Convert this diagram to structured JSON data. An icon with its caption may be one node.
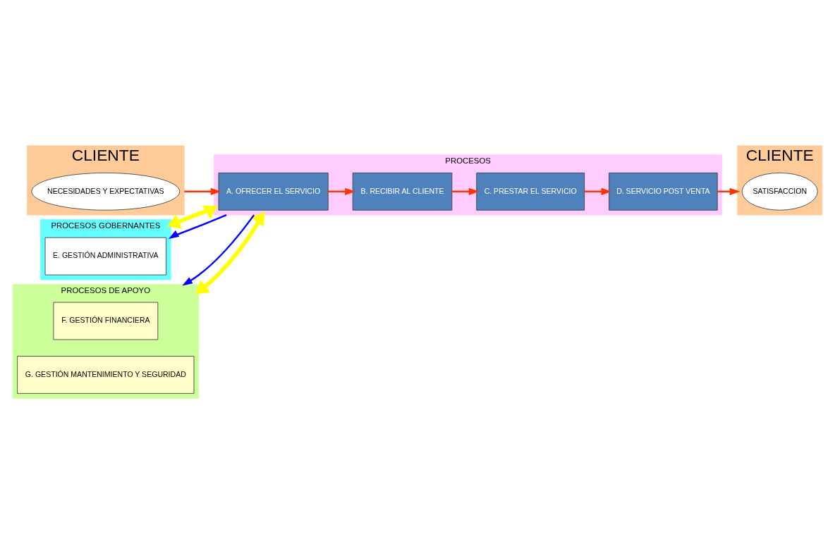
{
  "diagram": {
    "nodes": [
      {
        "text": [
          "CLIENTE"
        ]
      },
      {
        "text": [
          "NECESIDADES Y EXPECTATIVAS"
        ],
        "in": 0
      },
      {
        "text": [
          "PROCESOS GOBERNANTES"
        ]
      },
      {
        "text": [
          "E. GESTIÓN ADMINISTRATIVA"
        ],
        "in": 2
      },
      {
        "text": [
          "PROCESOS"
        ]
      },
      {
        "text": [
          "A. OFRECER EL SERVICIO"
        ],
        "in": 4
      },
      {
        "text": [
          "B. RECIBIR AL CLIENTE"
        ],
        "in": 4
      },
      {
        "text": [
          "C. PRESTAR EL SERVICIO"
        ],
        "in": 4
      },
      {
        "text": [
          "D. SERVICIO POST VENTA"
        ],
        "in": 4
      },
      {
        "text": [
          "PROCESOS DE APOYO"
        ]
      },
      {
        "text": [
          "F. GESTIÓN FINANCIERA"
        ],
        "in": 9
      },
      {
        "text": [
          "G. GESTIÓN MANTENIMIENTO Y SEGURIDAD"
        ],
        "in": 9
      },
      {
        "text": [
          "CLIENTE"
        ]
      },
      {
        "text": [
          "SATISFACCION"
        ],
        "in": 12
      }
    ],
    "edges": [
      {
        "from": 0,
        "to": 5,
        "arrow": "to"
      },
      {
        "from": 5,
        "to": 6,
        "arrow": "to"
      },
      {
        "from": 6,
        "to": 7,
        "arrow": "to"
      },
      {
        "from": 7,
        "to": 8,
        "arrow": "to"
      },
      {
        "from": 8,
        "to": 12,
        "arrow": "to"
      },
      {
        "from": 2,
        "to": 4,
        "arrow": "both",
        "style": "thick",
        "color": "#ffff00"
      },
      {
        "from": 4,
        "to": 9,
        "arrow": "both",
        "style": "thick",
        "color": "#ffff00"
      },
      {
        "from": 4,
        "to": 2,
        "arrow": "to",
        "color": "#0000ff"
      },
      {
        "from": 4,
        "to": 9,
        "arrow": "to",
        "color": "#0000ff"
      }
    ]
  }
}
